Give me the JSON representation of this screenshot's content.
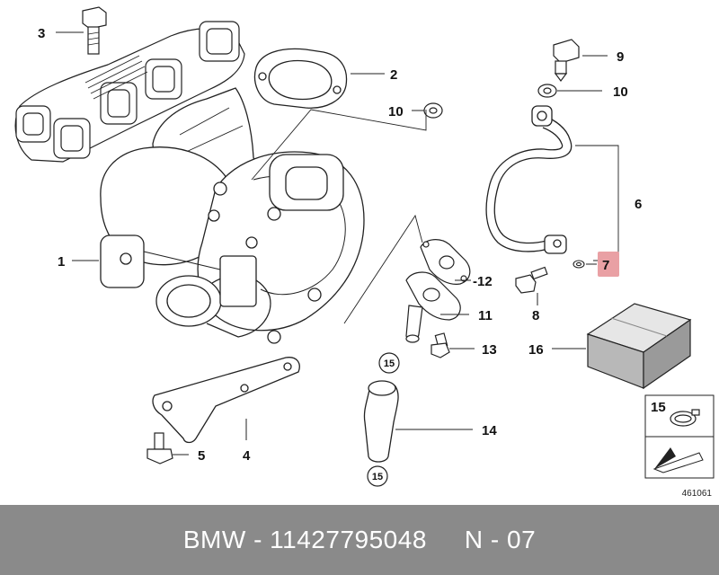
{
  "diagram": {
    "ref_number": "461061",
    "highlight_color": "#e9a0a4",
    "callouts": [
      {
        "id": "1",
        "text": "1"
      },
      {
        "id": "2",
        "text": "2"
      },
      {
        "id": "3",
        "text": "3"
      },
      {
        "id": "4",
        "text": "4"
      },
      {
        "id": "5",
        "text": "5"
      },
      {
        "id": "6",
        "text": "6"
      },
      {
        "id": "7",
        "text": "7",
        "highlighted": true
      },
      {
        "id": "8",
        "text": "8"
      },
      {
        "id": "9",
        "text": "9"
      },
      {
        "id": "10a",
        "text": "10"
      },
      {
        "id": "10b",
        "text": "10"
      },
      {
        "id": "11",
        "text": "11"
      },
      {
        "id": "12",
        "text": "-12"
      },
      {
        "id": "13",
        "text": "13"
      },
      {
        "id": "14",
        "text": "14"
      },
      {
        "id": "15box",
        "text": "15"
      },
      {
        "id": "16",
        "text": "16"
      }
    ],
    "circle_labels": [
      "15",
      "15"
    ]
  },
  "caption": {
    "brand_part": "BMW - 11427795048",
    "position": "N - 07",
    "bar_color": "#8a8a8a"
  }
}
